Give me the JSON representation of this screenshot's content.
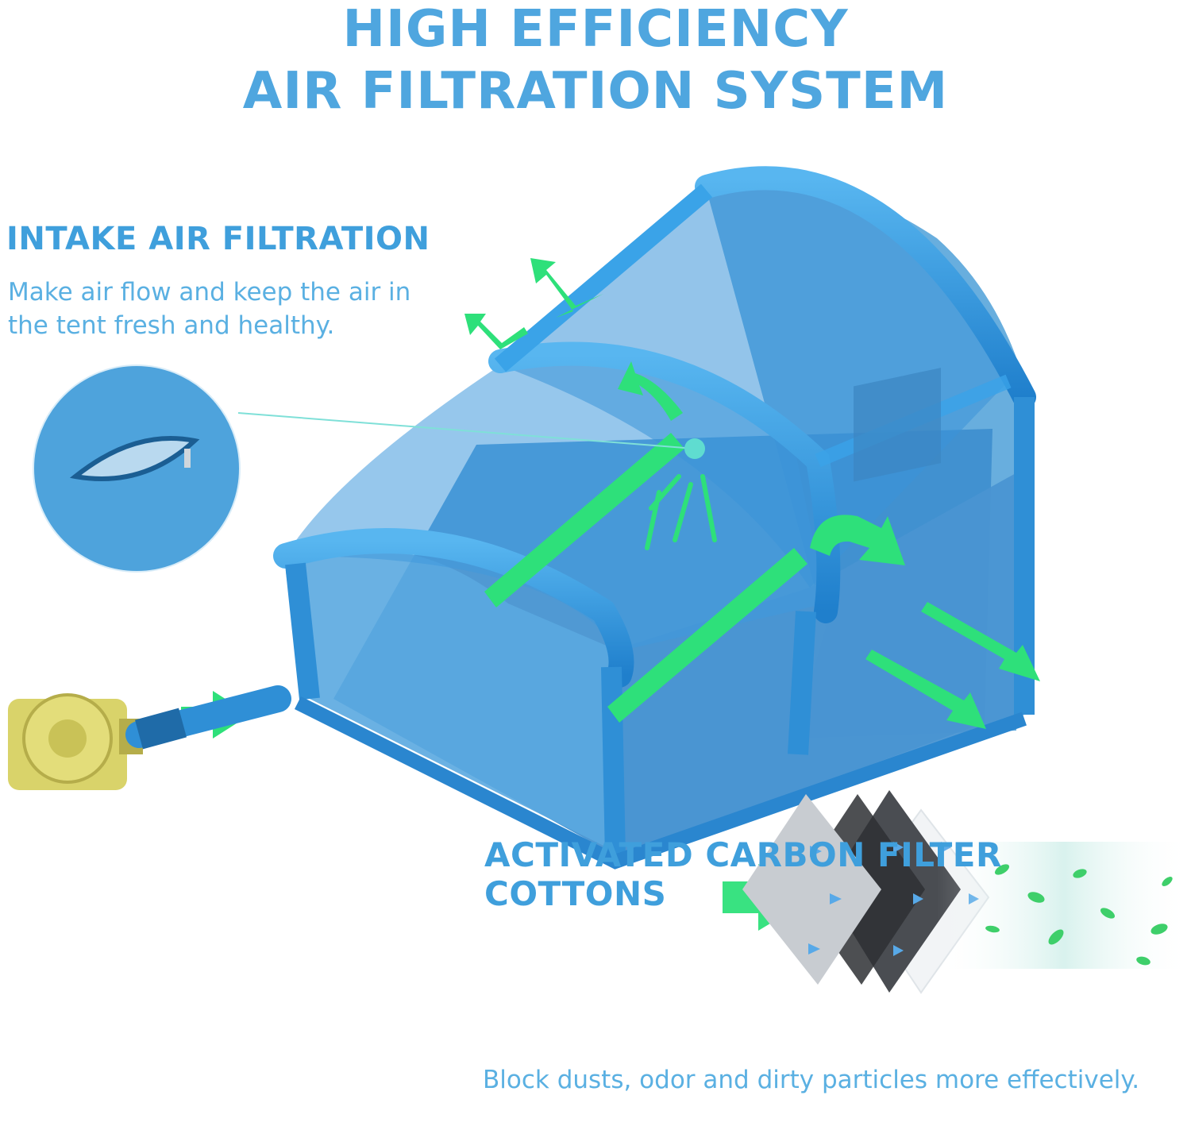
{
  "title": {
    "line1": "HIGH EFFICIENCY",
    "line2": "AIR FILTRATION SYSTEM"
  },
  "intake": {
    "heading": "INTAKE AIR FILTRATION",
    "description_line1": "Make air flow and keep the air in",
    "description_line2": "the tent fresh and healthy."
  },
  "carbon_filter": {
    "heading": "ACTIVATED CARBON FILTER COTTONS",
    "description": "Block dusts, odor and dirty particles more effectively."
  },
  "colors": {
    "title_blue": "#4fa6df",
    "tent_blue": "#2f8fd6",
    "tent_frame": "#3aa3e8",
    "arrow_green": "#2ee07a",
    "blower_yellow": "#d9d36a"
  },
  "icons": [
    "tent-illustration",
    "blower-icon",
    "zipper-vent-icon",
    "airflow-arrow-icon",
    "filter-layers-icon",
    "leaf-icon"
  ]
}
